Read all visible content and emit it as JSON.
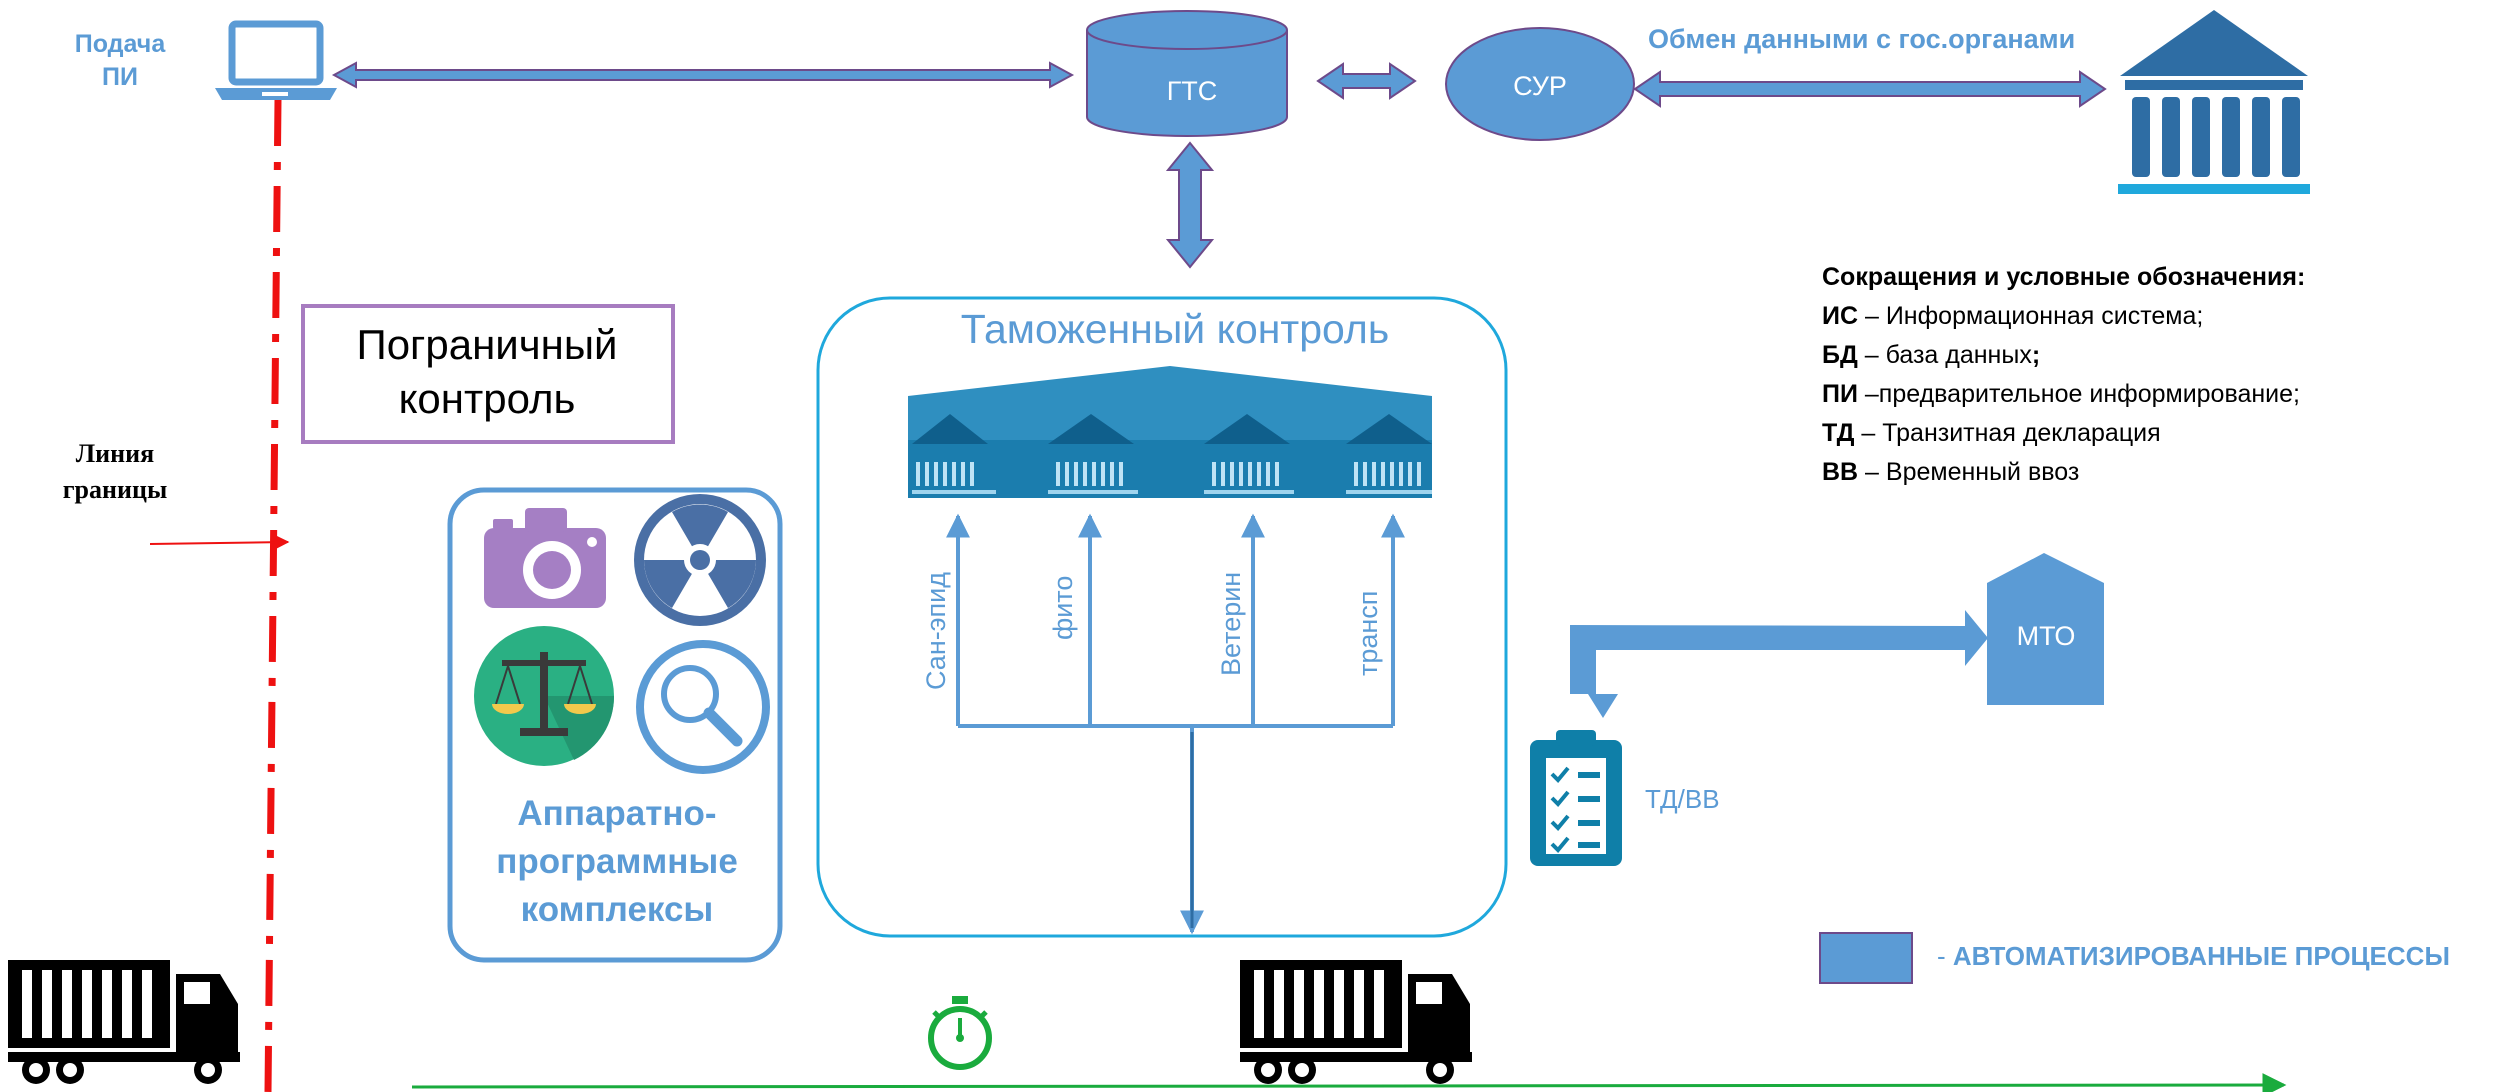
{
  "labels": {
    "submit_pi_line1": "Подача",
    "submit_pi_line2": "ПИ",
    "gts": "ГТС",
    "sur": "СУР",
    "gov_exchange": "Обмен данными с гос.органами",
    "border_control": "Пограничный контроль",
    "border_line_line1": "Линия",
    "border_line_line2": "границы",
    "customs_control": "Таможенный контроль",
    "sanepid": "Сан-эпид",
    "fito": "фито",
    "veterin": "Ветерин",
    "transp": "трансп",
    "hw_sw_line1": "Аппаратно-",
    "hw_sw_line2": "программные",
    "hw_sw_line3": "комплексы",
    "mto": "МТО",
    "td_vv": "ТД/ВВ",
    "auto_dash": "- ",
    "auto_processes": "АВТОМАТИЗИРОВАННЫЕ ПРОЦЕССЫ"
  },
  "legend": {
    "title": "Сокращения и условные обозначения:",
    "items": [
      {
        "abbr": "ИС",
        "text": " – Информационная система;"
      },
      {
        "abbr": "БД",
        "text": " – база данных",
        "tail": ";"
      },
      {
        "abbr": "ПИ",
        "text": " –предварительное информирование;"
      },
      {
        "abbr": "ТД",
        "text": " – Транзитная декларация"
      },
      {
        "abbr": "ВВ",
        "text": " – Временный ввоз"
      }
    ]
  },
  "colors": {
    "process_fill": "#5b9bd5",
    "process_stroke": "#6d4a8a",
    "text_blue": "#5b9bd5",
    "border_red": "#ee1111",
    "timeline_green": "#1aab3d",
    "frame_cyan": "#1fa8dc",
    "frame_purple": "#a77cc0",
    "dark_blue": "#2e6da4"
  },
  "icons": [
    "laptop-icon",
    "database-icon",
    "government-building-icon",
    "camera-icon",
    "radiation-icon",
    "scales-icon",
    "magnifier-icon",
    "clipboard-checklist-icon",
    "stopwatch-icon",
    "container-truck-icon",
    "warehouse-icon"
  ]
}
